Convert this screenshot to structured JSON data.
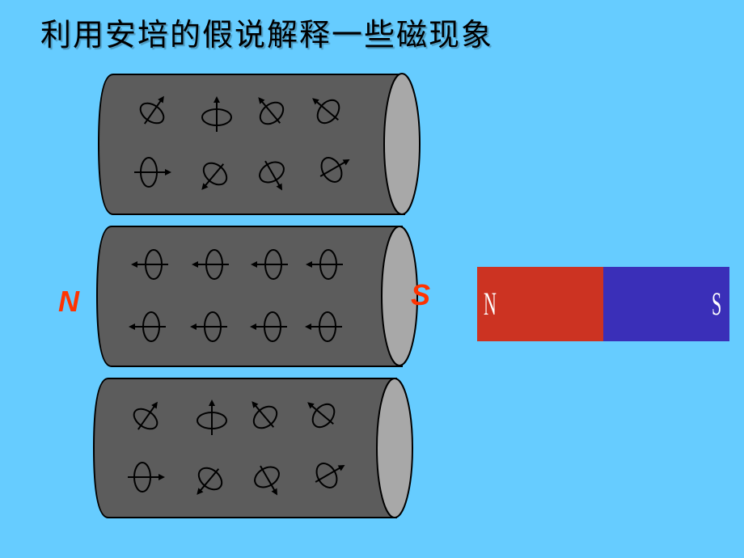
{
  "title": "利用安培的假说解释一些磁现象",
  "pole_labels": {
    "left": "N",
    "right": "S"
  },
  "bar_magnet": {
    "north_label": "N",
    "south_label": "S",
    "north_color": "#cc3322",
    "south_color": "#3a2fb8"
  },
  "colors": {
    "background": "#66ccff",
    "cylinder_body": "#5c5c5c",
    "cylinder_end": "#a8a8a8",
    "pole_text": "#ff3300"
  },
  "cylinders": [
    {
      "state": "random",
      "current_loop_icons": 8
    },
    {
      "state": "aligned",
      "current_loop_icons": 8
    },
    {
      "state": "random",
      "current_loop_icons": 8
    }
  ]
}
